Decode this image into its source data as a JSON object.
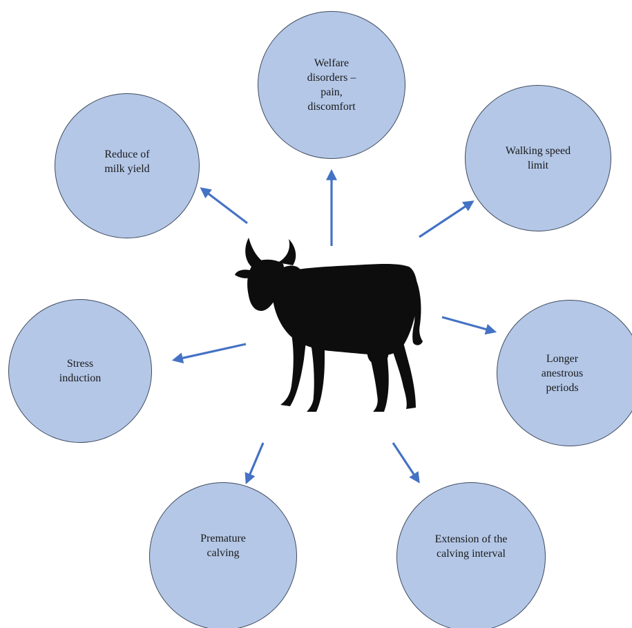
{
  "diagram": {
    "center_image": "cow-silhouette-icon",
    "colors": {
      "bubble_fill": "#b4c7e7",
      "bubble_stroke": "#3f4a5e",
      "arrow": "#4472c4",
      "cow": "#0d0d0d"
    },
    "nodes": [
      {
        "id": "welfare",
        "label": "Welfare\ndisorders –\npain,\ndiscomfort"
      },
      {
        "id": "walking",
        "label": "Walking speed\nlimit"
      },
      {
        "id": "anestrous",
        "label": "Longer\nanestrous\nperiods"
      },
      {
        "id": "calving-interval",
        "label": "Extension of the\ncalving interval"
      },
      {
        "id": "premature",
        "label": "Premature\ncalving"
      },
      {
        "id": "stress",
        "label": "Stress\ninduction"
      },
      {
        "id": "milk",
        "label": "Reduce of\nmilk yield"
      }
    ]
  }
}
